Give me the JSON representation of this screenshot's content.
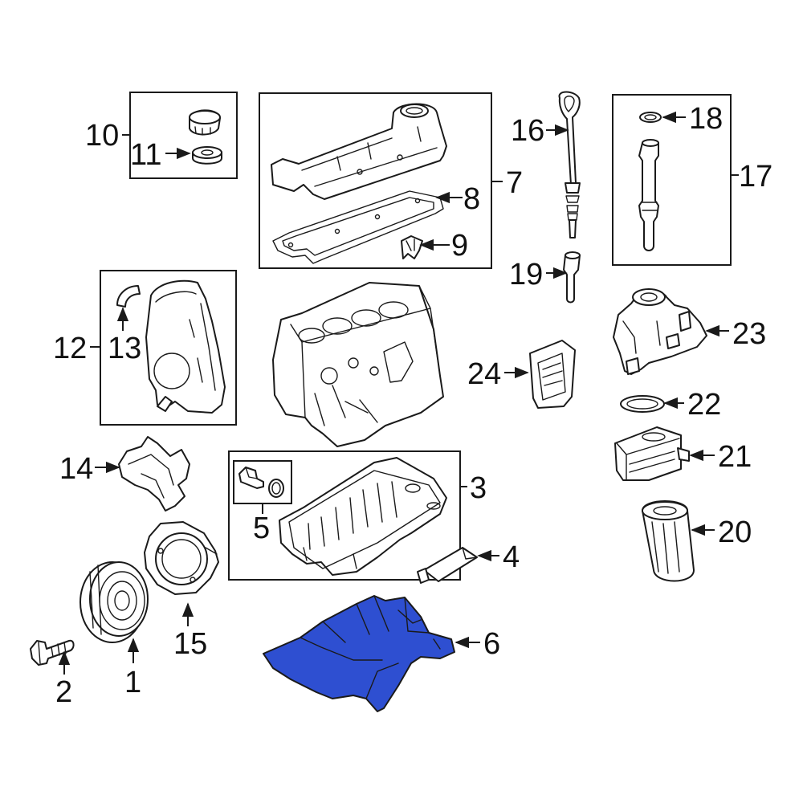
{
  "highlight_color": "#2e4fd1",
  "callouts": {
    "c1": "1",
    "c2": "2",
    "c3": "3",
    "c4": "4",
    "c5": "5",
    "c6": "6",
    "c7": "7",
    "c8": "8",
    "c9": "9",
    "c10": "10",
    "c11": "11",
    "c12": "12",
    "c13": "13",
    "c14": "14",
    "c15": "15",
    "c16": "16",
    "c17": "17",
    "c18": "18",
    "c19": "19",
    "c20": "20",
    "c21": "21",
    "c22": "22",
    "c23": "23",
    "c24": "24"
  }
}
